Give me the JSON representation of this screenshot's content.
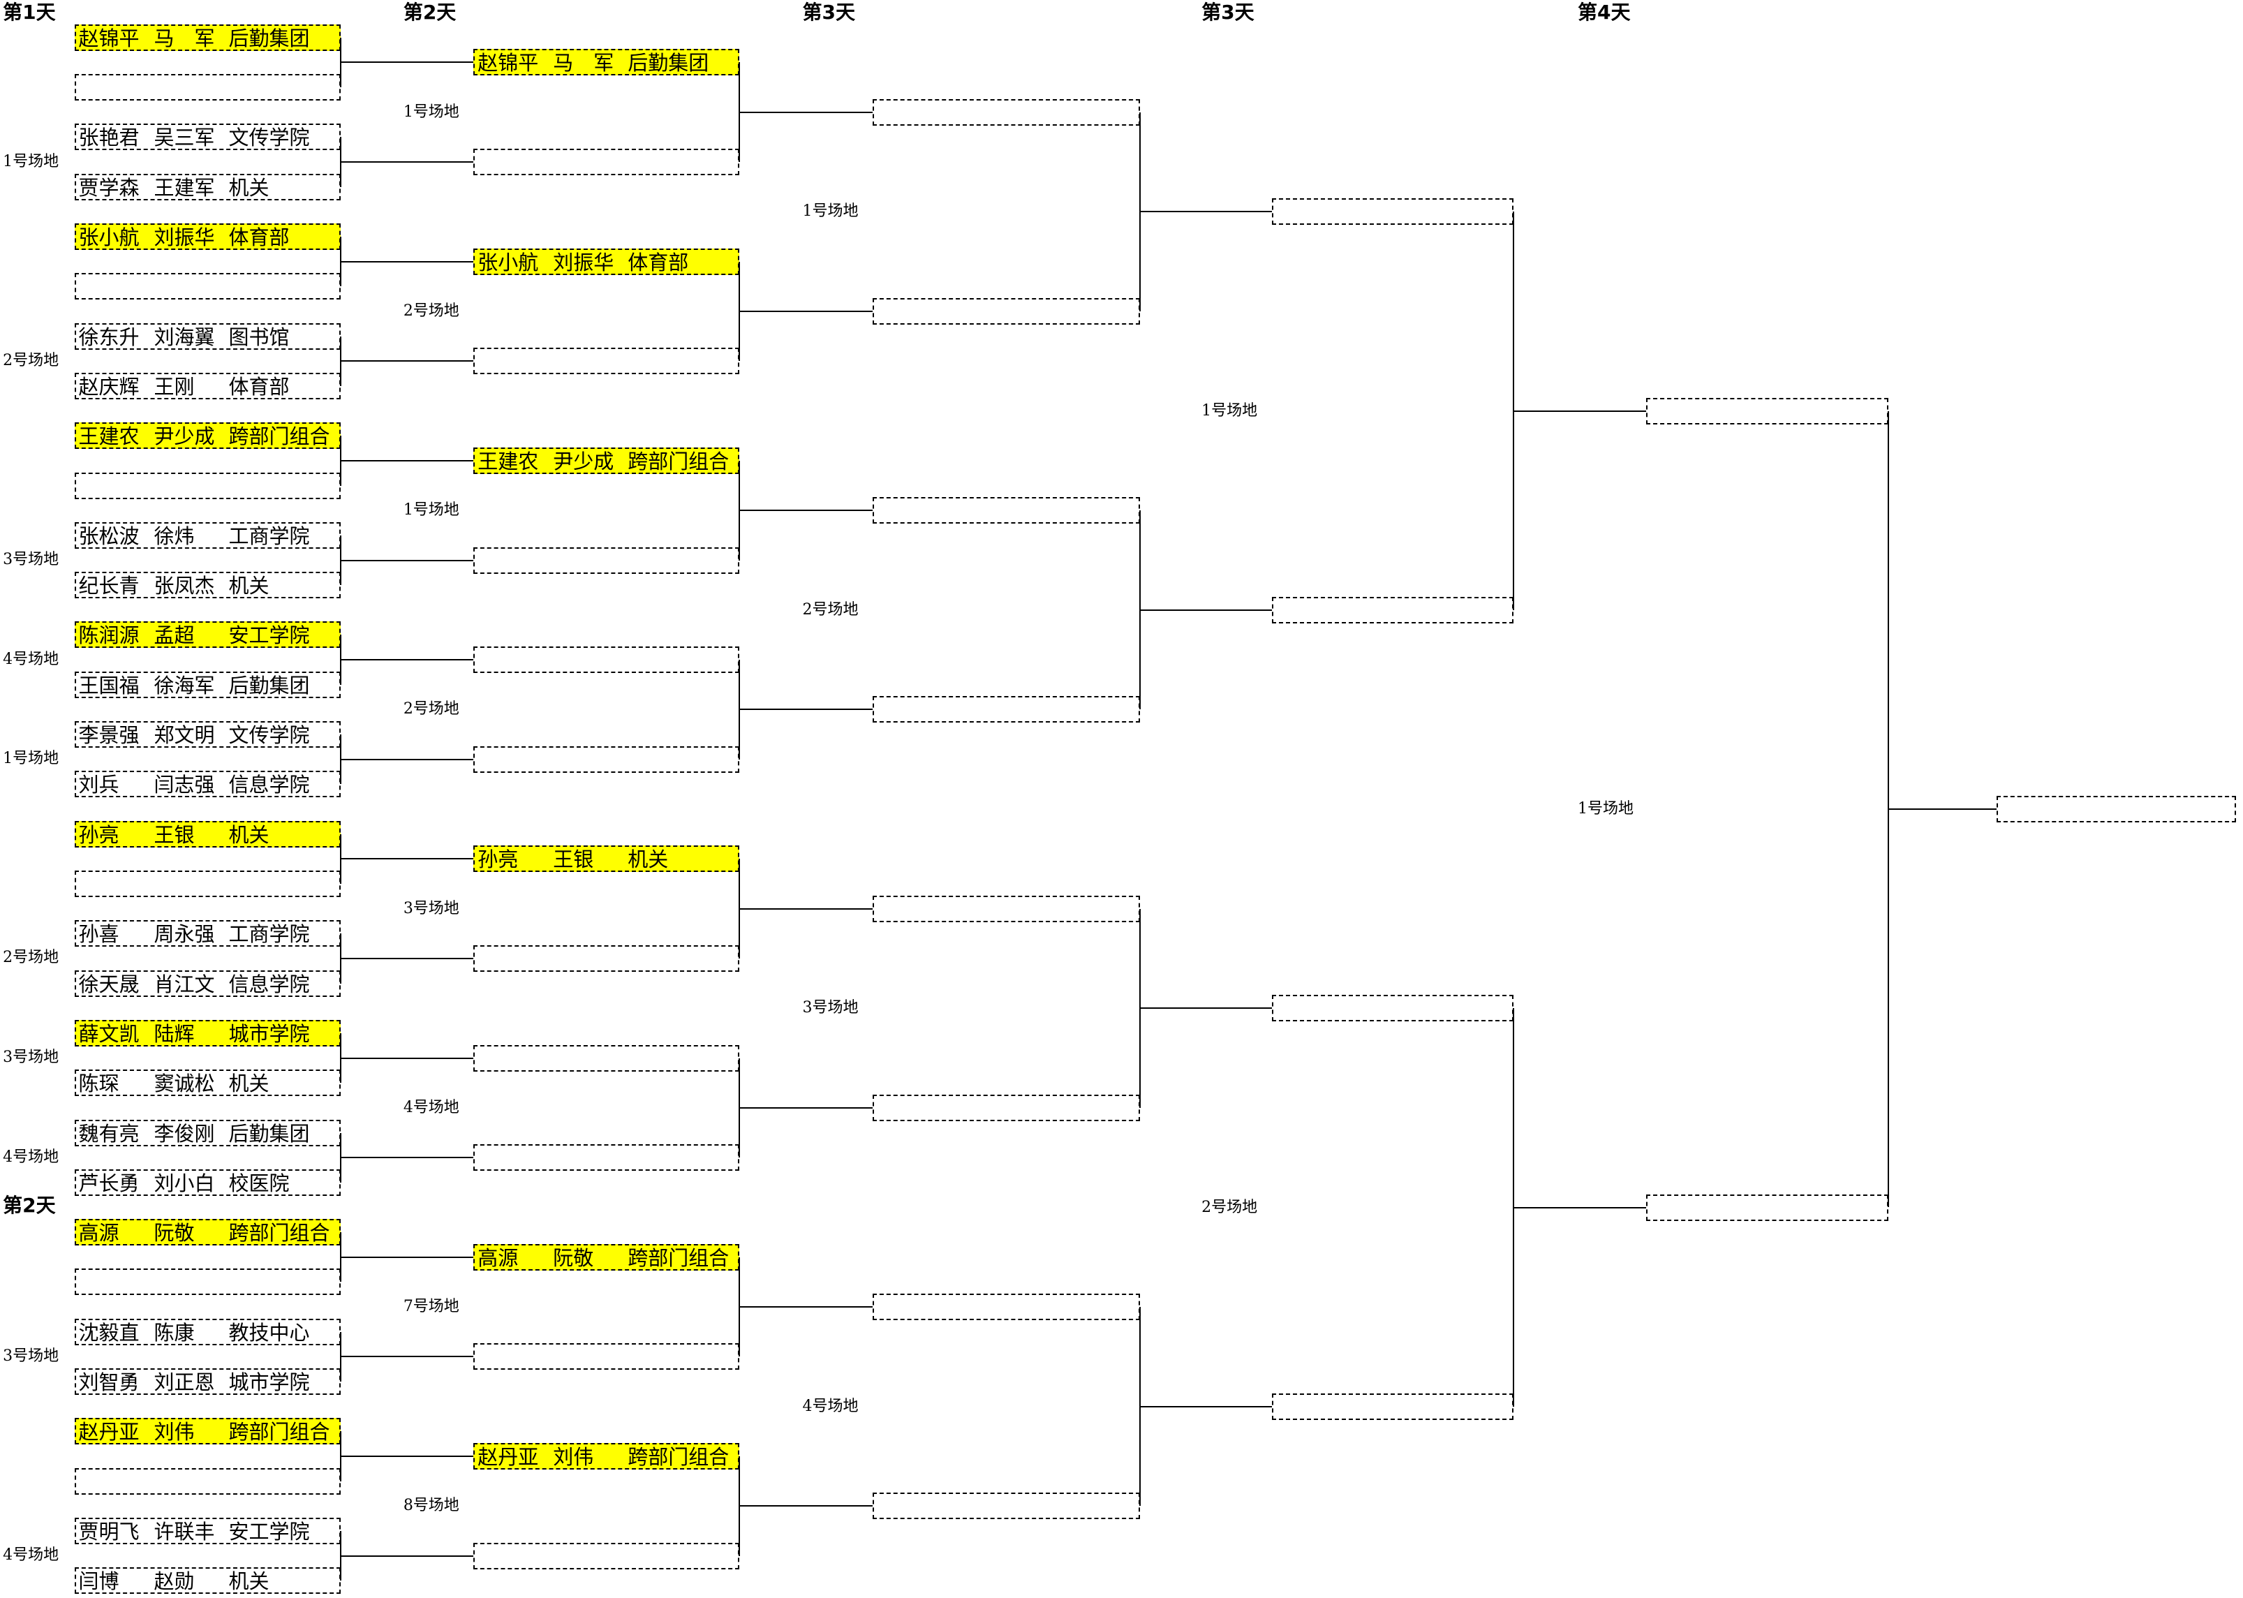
{
  "headers": [
    "第1天",
    "第2天",
    "第3天",
    "第3天",
    "第4天"
  ],
  "day2_label": "第2天",
  "colors": {
    "highlight": "#FFFF00",
    "line": "#000000"
  },
  "round1": {
    "slots": [
      [
        "赵锦平",
        "马　军",
        "后勤集团"
      ],
      [],
      [
        "张艳君",
        "吴三军",
        "文传学院"
      ],
      [
        "贾学森",
        "王建军",
        "机关"
      ],
      [
        "张小航",
        "刘振华",
        "体育部"
      ],
      [],
      [
        "徐东升",
        "刘海翼",
        "图书馆"
      ],
      [
        "赵庆辉",
        "王刚",
        "体育部"
      ],
      [
        "王建农",
        "尹少成",
        "跨部门组合"
      ],
      [],
      [
        "张松波",
        "徐炜",
        "工商学院"
      ],
      [
        "纪长青",
        "张凤杰",
        "机关"
      ],
      [
        "陈润源",
        "孟超",
        "安工学院"
      ],
      [
        "王国福",
        "徐海军",
        "后勤集团"
      ],
      [
        "李景强",
        "郑文明",
        "文传学院"
      ],
      [
        "刘兵",
        "闫志强",
        "信息学院"
      ],
      [
        "孙亮",
        "王银",
        "机关"
      ],
      [],
      [
        "孙喜",
        "周永强",
        "工商学院"
      ],
      [
        "徐天晟",
        "肖江文",
        "信息学院"
      ],
      [
        "薛文凯",
        "陆辉",
        "城市学院"
      ],
      [
        "陈琛",
        "窦诚松",
        "机关"
      ],
      [
        "魏有亮",
        "李俊刚",
        "后勤集团"
      ],
      [
        "芦长勇",
        "刘小白",
        "校医院"
      ],
      [
        "高源",
        "阮敬",
        "跨部门组合"
      ],
      [],
      [
        "沈毅直",
        "陈康",
        "教技中心"
      ],
      [
        "刘智勇",
        "刘正恩",
        "城市学院"
      ],
      [
        "赵丹亚",
        "刘伟",
        "跨部门组合"
      ],
      [],
      [
        "贾明飞",
        "许联丰",
        "安工学院"
      ],
      [
        "闫博",
        "赵勋",
        "机关"
      ]
    ],
    "winners": [
      0,
      4,
      8,
      12,
      16,
      20,
      24,
      28
    ],
    "venues": [
      "",
      "1号场地",
      "",
      "2号场地",
      "",
      "3号场地",
      "4号场地",
      "1号场地",
      "",
      "2号场地",
      "3号场地",
      "4号场地",
      "",
      "3号场地",
      "",
      "4号场地"
    ]
  },
  "round2": {
    "slots": [
      [
        "赵锦平",
        "马　军",
        "后勤集团"
      ],
      [],
      [
        "张小航",
        "刘振华",
        "体育部"
      ],
      [],
      [
        "王建农",
        "尹少成",
        "跨部门组合"
      ],
      [],
      [],
      [],
      [
        "孙亮",
        "王银",
        "机关"
      ],
      [],
      [],
      [],
      [
        "高源",
        "阮敬",
        "跨部门组合"
      ],
      [],
      [
        "赵丹亚",
        "刘伟",
        "跨部门组合"
      ],
      []
    ],
    "venues": [
      "1号场地",
      "2号场地",
      "1号场地",
      "2号场地",
      "3号场地",
      "4号场地",
      "7号场地",
      "8号场地"
    ]
  },
  "round3": {
    "venues": [
      "1号场地",
      "2号场地",
      "3号场地",
      "4号场地"
    ]
  },
  "round4": {
    "venues": [
      "1号场地",
      "2号场地"
    ]
  },
  "round5": {
    "venues": [
      "1号场地"
    ]
  }
}
